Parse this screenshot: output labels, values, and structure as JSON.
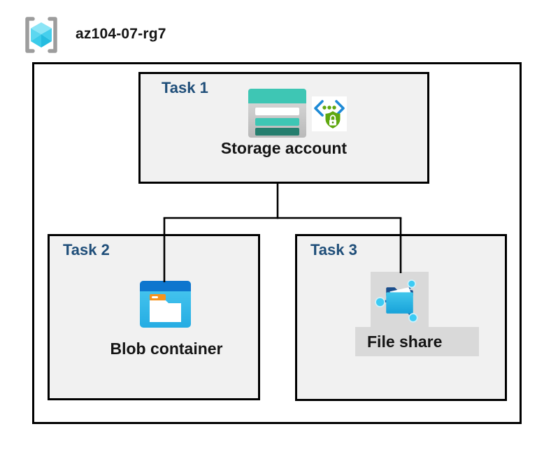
{
  "header": {
    "title": "az104-07-rg7",
    "icon": "resource-group-icon"
  },
  "tasks": [
    {
      "label": "Task 1",
      "resource": "Storage account",
      "icons": [
        "storage-account-icon",
        "secure-access-icon"
      ]
    },
    {
      "label": "Task 2",
      "resource": "Blob container",
      "icons": [
        "blob-container-icon"
      ]
    },
    {
      "label": "Task 3",
      "resource": "File share",
      "icons": [
        "file-share-icon"
      ],
      "highlighted": true
    }
  ],
  "colors": {
    "task-label-color": "#1F4E79",
    "box-fill": "#F1F1F1",
    "line-color": "#000000",
    "highlight": "#D9D9D9",
    "storage-teal": "#3EC6B4",
    "storage-teal-dark": "#257E6E",
    "blob-header-blue": "#0E76CE",
    "blob-body-blue": "#3FC4EE",
    "folder-tab-orange": "#F7941E",
    "node-cyan": "#3CCBF4",
    "shield-green": "#5FA80F",
    "bracket-blue": "#1E8AD6",
    "rg-bracket-grey": "#9D9D9D"
  }
}
